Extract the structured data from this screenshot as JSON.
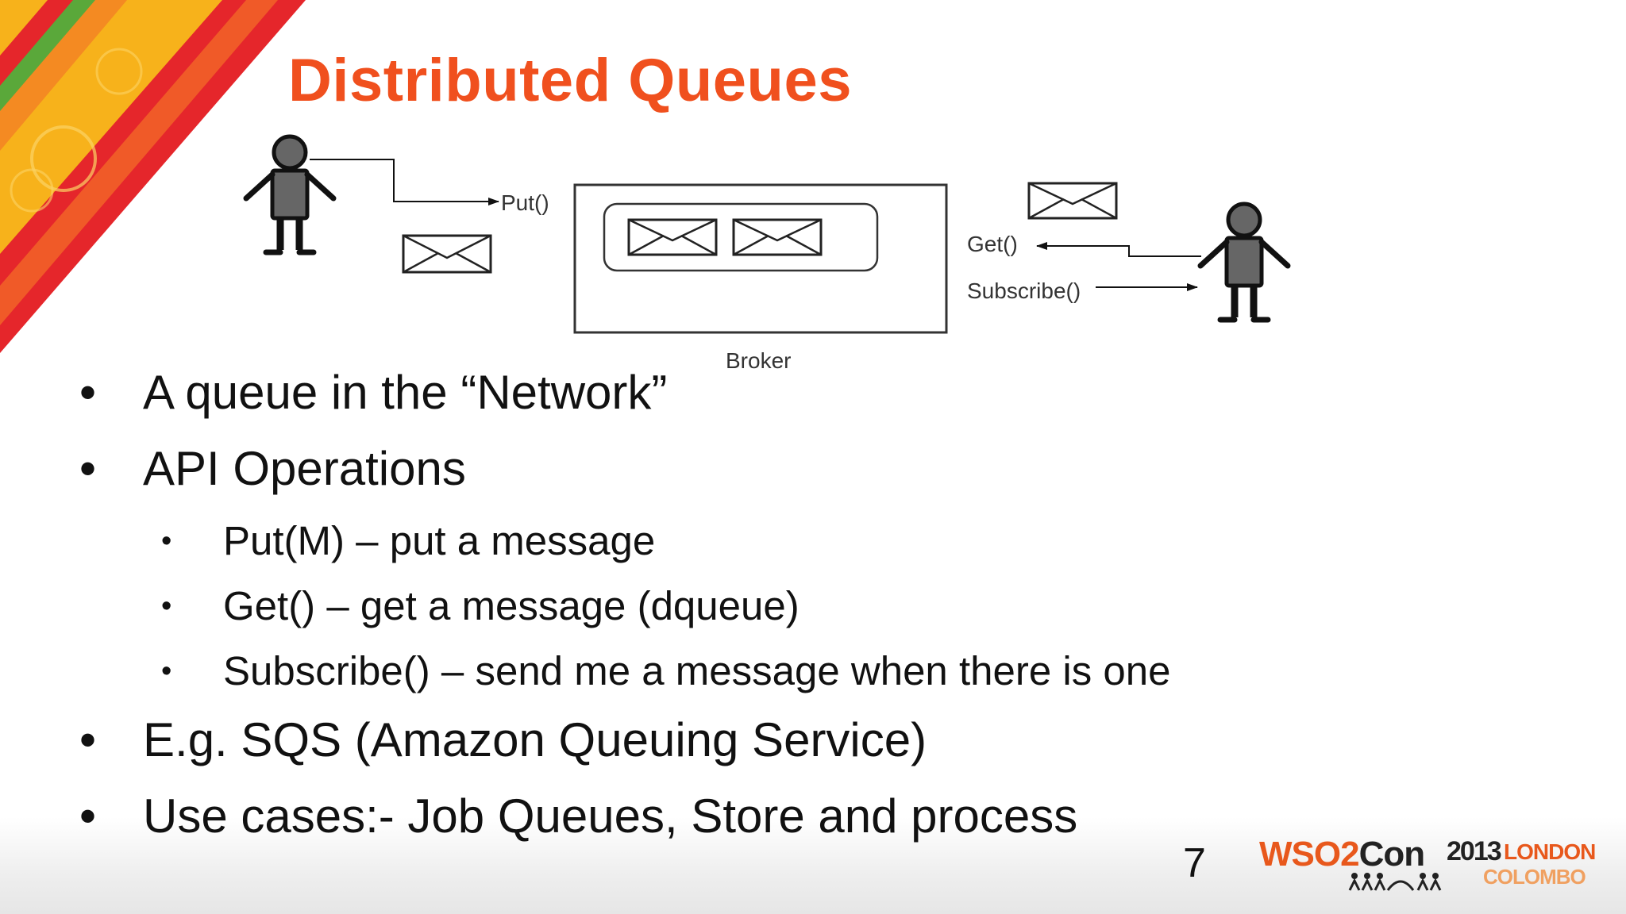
{
  "slide": {
    "title": "Distributed Queues",
    "page_number": "7"
  },
  "diagram": {
    "put_label": "Put()",
    "get_label": "Get()",
    "subscribe_label": "Subscribe()",
    "broker_label": "Broker"
  },
  "bullets": [
    {
      "text": "A queue in the “Network”",
      "level": 1
    },
    {
      "text": "API Operations",
      "level": 1
    },
    {
      "text": "Put(M) – put a message",
      "level": 2
    },
    {
      "text": "Get() – get a message (dqueue)",
      "level": 2
    },
    {
      "text": "Subscribe() – send me a message when there is one",
      "level": 2
    },
    {
      "text": "E.g. SQS (Amazon Queuing Service)",
      "level": 1
    },
    {
      "text": "Use cases:- Job Queues, Store and process",
      "level": 1
    }
  ],
  "bullet_glyph": "•",
  "logo": {
    "brand_wso2": "WSO2",
    "brand_con": "Con",
    "year": "2013",
    "city_1": "LONDON",
    "city_2": "COLOMBO"
  },
  "colors": {
    "title": "#f0501e",
    "logo_orange": "#e8581c",
    "corner_red": "#e5262b",
    "corner_yellow": "#f7b21b",
    "corner_green": "#5aa83a"
  }
}
